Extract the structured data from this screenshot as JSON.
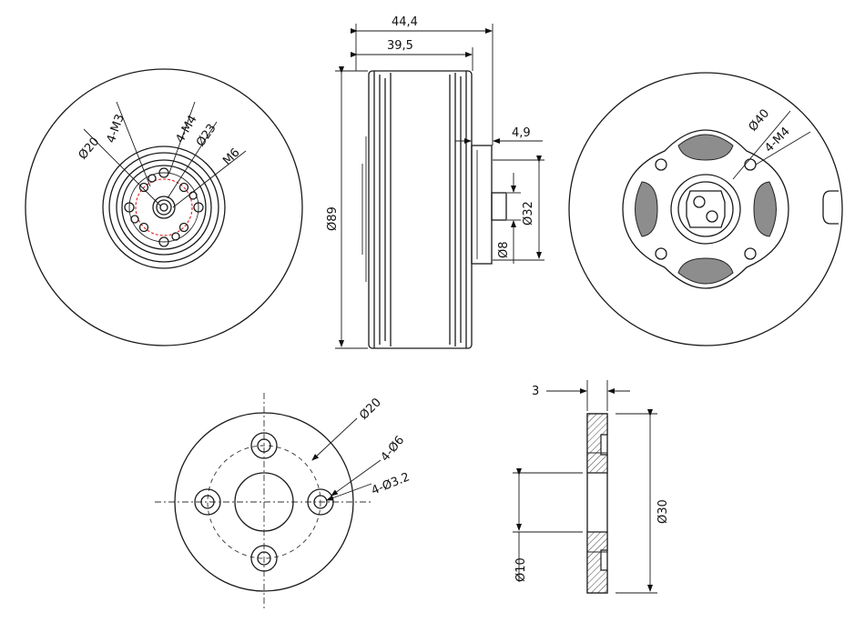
{
  "drawing": {
    "front_view": {
      "labels": {
        "d20": "Ø20",
        "m3": "4-M3",
        "m4": "4-M4",
        "d23": "Ø23",
        "m6": "M6"
      },
      "highlight_color": "#e02020"
    },
    "side_view": {
      "labels": {
        "len_44": "44,4",
        "len_39": "39,5",
        "len_4_9": "4,9",
        "dia_89": "Ø89",
        "dia_32": "Ø32",
        "dia_8": "Ø8"
      }
    },
    "rear_view": {
      "labels": {
        "d40": "Ø40",
        "m4": "4-M4"
      },
      "mesh_color": "#8d8d8d"
    },
    "flange_top": {
      "labels": {
        "d20": "Ø20",
        "d6": "4-Ø6",
        "d3_2": "4-Ø3.2"
      }
    },
    "flange_section": {
      "labels": {
        "t3": "3",
        "d30": "Ø30",
        "d10": "Ø10"
      }
    }
  }
}
